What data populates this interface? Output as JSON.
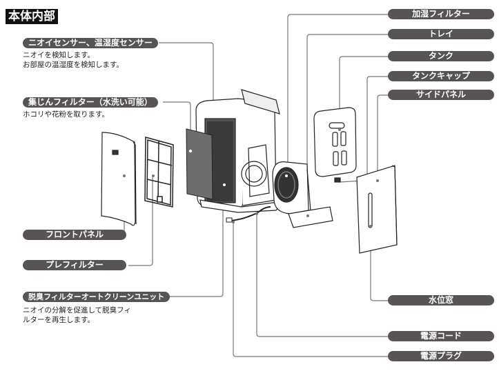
{
  "title": "本体内部",
  "colors": {
    "pill": "#575453",
    "leader": "#777777",
    "title_bg": "#111111"
  },
  "left_labels": [
    {
      "label": "ニオイセンサー、温湿度センサー",
      "desc": [
        "ニオイを検知します。",
        "お部屋の温湿度を検知します。"
      ]
    },
    {
      "label": "集じんフィルター（水洗い可能）",
      "desc": [
        "ホコリや花粉を取ります。"
      ]
    },
    {
      "label": "フロントパネル"
    },
    {
      "label": "プレフィルター"
    },
    {
      "label": "脱臭フィルターオートクリーンユニット",
      "desc": [
        "ニオイの分解を促進して脱臭フィ",
        "ルターを再生します。"
      ]
    }
  ],
  "right_labels": [
    {
      "label": "加湿フィルター"
    },
    {
      "label": "トレイ"
    },
    {
      "label": "タンク"
    },
    {
      "label": "タンクキャップ"
    },
    {
      "label": "サイドパネル"
    },
    {
      "label": "水位窓"
    },
    {
      "label": "電源コード"
    },
    {
      "label": "電源プラグ"
    }
  ]
}
